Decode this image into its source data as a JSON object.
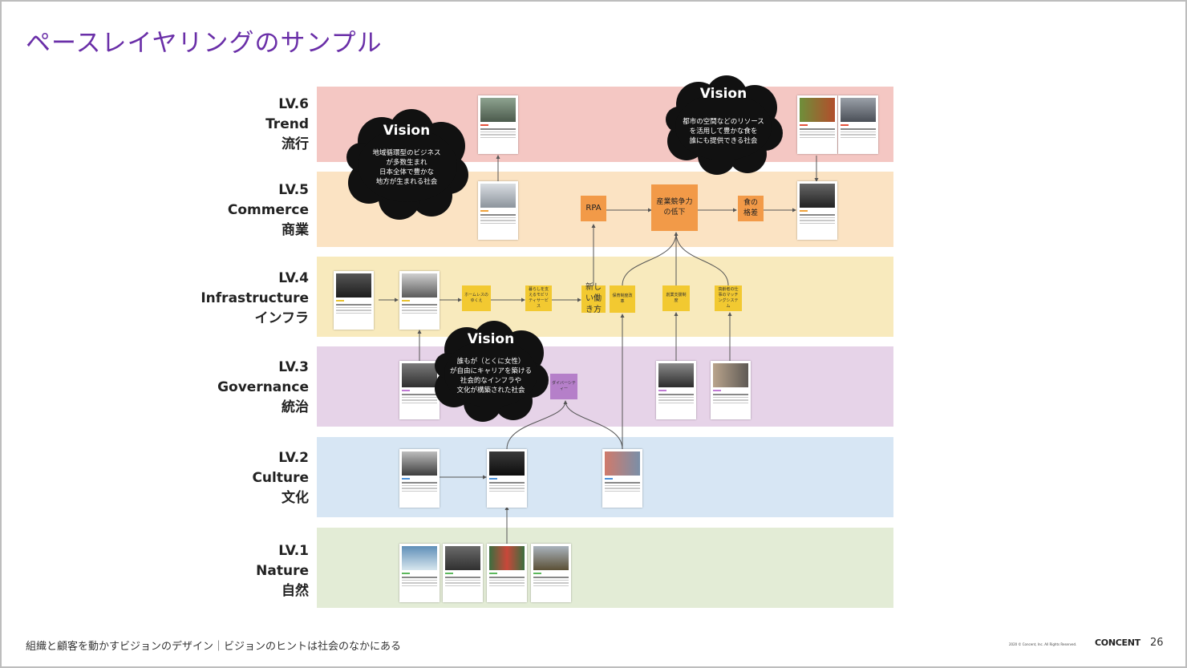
{
  "slide": {
    "title": "ペースレイヤリングのサンプル",
    "footer": "組織と顧客を動かすビジョンのデザイン｜ビジョンのヒントは社会のなかにある",
    "copyright": "2020 © Concent, Inc. All Rights Reserved.",
    "brand": "CONCENT",
    "page_number": "26"
  },
  "levels": [
    {
      "id": "lv6",
      "lv": "LV.6",
      "en": "Trend",
      "jp": "流行",
      "color": "#f4c7c3"
    },
    {
      "id": "lv5",
      "lv": "LV.5",
      "en": "Commerce",
      "jp": "商業",
      "color": "#fbe3c3"
    },
    {
      "id": "lv4",
      "lv": "LV.4",
      "en": "Infrastructure",
      "jp": "インフラ",
      "color": "#f8eabd"
    },
    {
      "id": "lv3",
      "lv": "LV.3",
      "en": "Governance",
      "jp": "統治",
      "color": "#e6d3e8"
    },
    {
      "id": "lv2",
      "lv": "LV.2",
      "en": "Culture",
      "jp": "文化",
      "color": "#d7e6f4"
    },
    {
      "id": "lv1",
      "lv": "LV.1",
      "en": "Nature",
      "jp": "自然",
      "color": "#e3ecd6"
    }
  ],
  "visions": [
    {
      "heading": "Vision",
      "lines": [
        "地域循環型のビジネス",
        "が多数生まれ",
        "日本全体で豊かな",
        "地方が生まれる社会"
      ]
    },
    {
      "heading": "Vision",
      "lines": [
        "都市の空間などのリソース",
        "を活用して豊かな食を",
        "誰にも提供できる社会"
      ]
    },
    {
      "heading": "Vision",
      "lines": [
        "誰もが（とくに女性）",
        "が自由にキャリアを築ける",
        "社会的なインフラや",
        "文化が構築された社会"
      ]
    }
  ],
  "stickies": {
    "rpa": "RPA",
    "competitiveness": "産業競争力の低下",
    "food_gap": "食の格差",
    "homeless": "ホームレスのゆくえ",
    "mobility": "暮らしを支えるモビリティサービス",
    "new_work": "新しい働き方",
    "childcare": "保育制度改革",
    "startup": "創業支援制度",
    "matching": "高齢者の仕事のマッチングシステム",
    "diversity": "ダイバーシティー"
  },
  "colors": {
    "title": "#6a2fa8",
    "cloud": "#111111",
    "sticky_yellow": "#f2c931",
    "sticky_orange": "#f29a48",
    "sticky_purple": "#b57fc9",
    "connector": "#555555"
  }
}
